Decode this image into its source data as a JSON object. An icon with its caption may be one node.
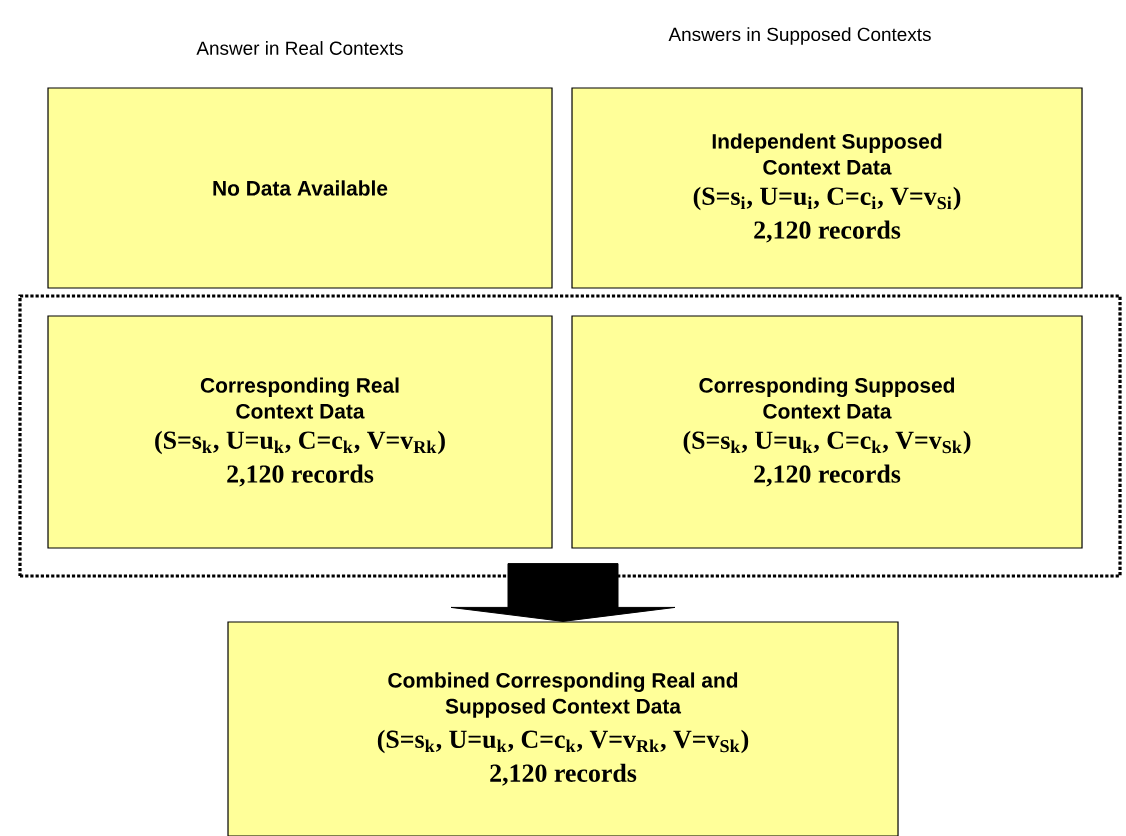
{
  "diagram": {
    "nodes": [
      {
        "text": [
          "No Data Available"
        ]
      },
      {
        "text": [
          "Independent Supposed Context Data",
          "(S=s$_{i}$, U=u$_{i}$, C=c$_{i}$, V=v$_{Si}$)",
          "2,120 records"
        ]
      },
      {
        "text": [],
        "shape": "box"
      },
      {
        "text": [
          "Corresponding Real Context Data",
          "(S=s$_{k}$, U=u$_{k}$, C=c$_{k}$, V=v$_{Rk}$)",
          "2,120 records"
        ],
        "in": 2
      },
      {
        "text": [
          "Corresponding Supposed Context Data",
          "(S=s$_{k}$, U=u$_{k}$, C=c$_{k}$, V=v$_{Sk}$)",
          "2,120 records"
        ],
        "in": 2
      },
      {
        "text": [
          "Combined Corresponding Real and Supposed Context Data",
          "(S=s$_{k}$, U=u$_{k}$, C=c$_{k}$, V=v$_{Rk}$, V=v$_{Sk}$)",
          "2,120 records"
        ]
      }
    ],
    "edges": [
      {
        "from": 2,
        "to": 5,
        "arrow": "to",
        "style": "thick"
      }
    ],
    "labels": [
      "Answer in Real Contexts",
      "Answers in Supposed Contexts"
    ]
  }
}
